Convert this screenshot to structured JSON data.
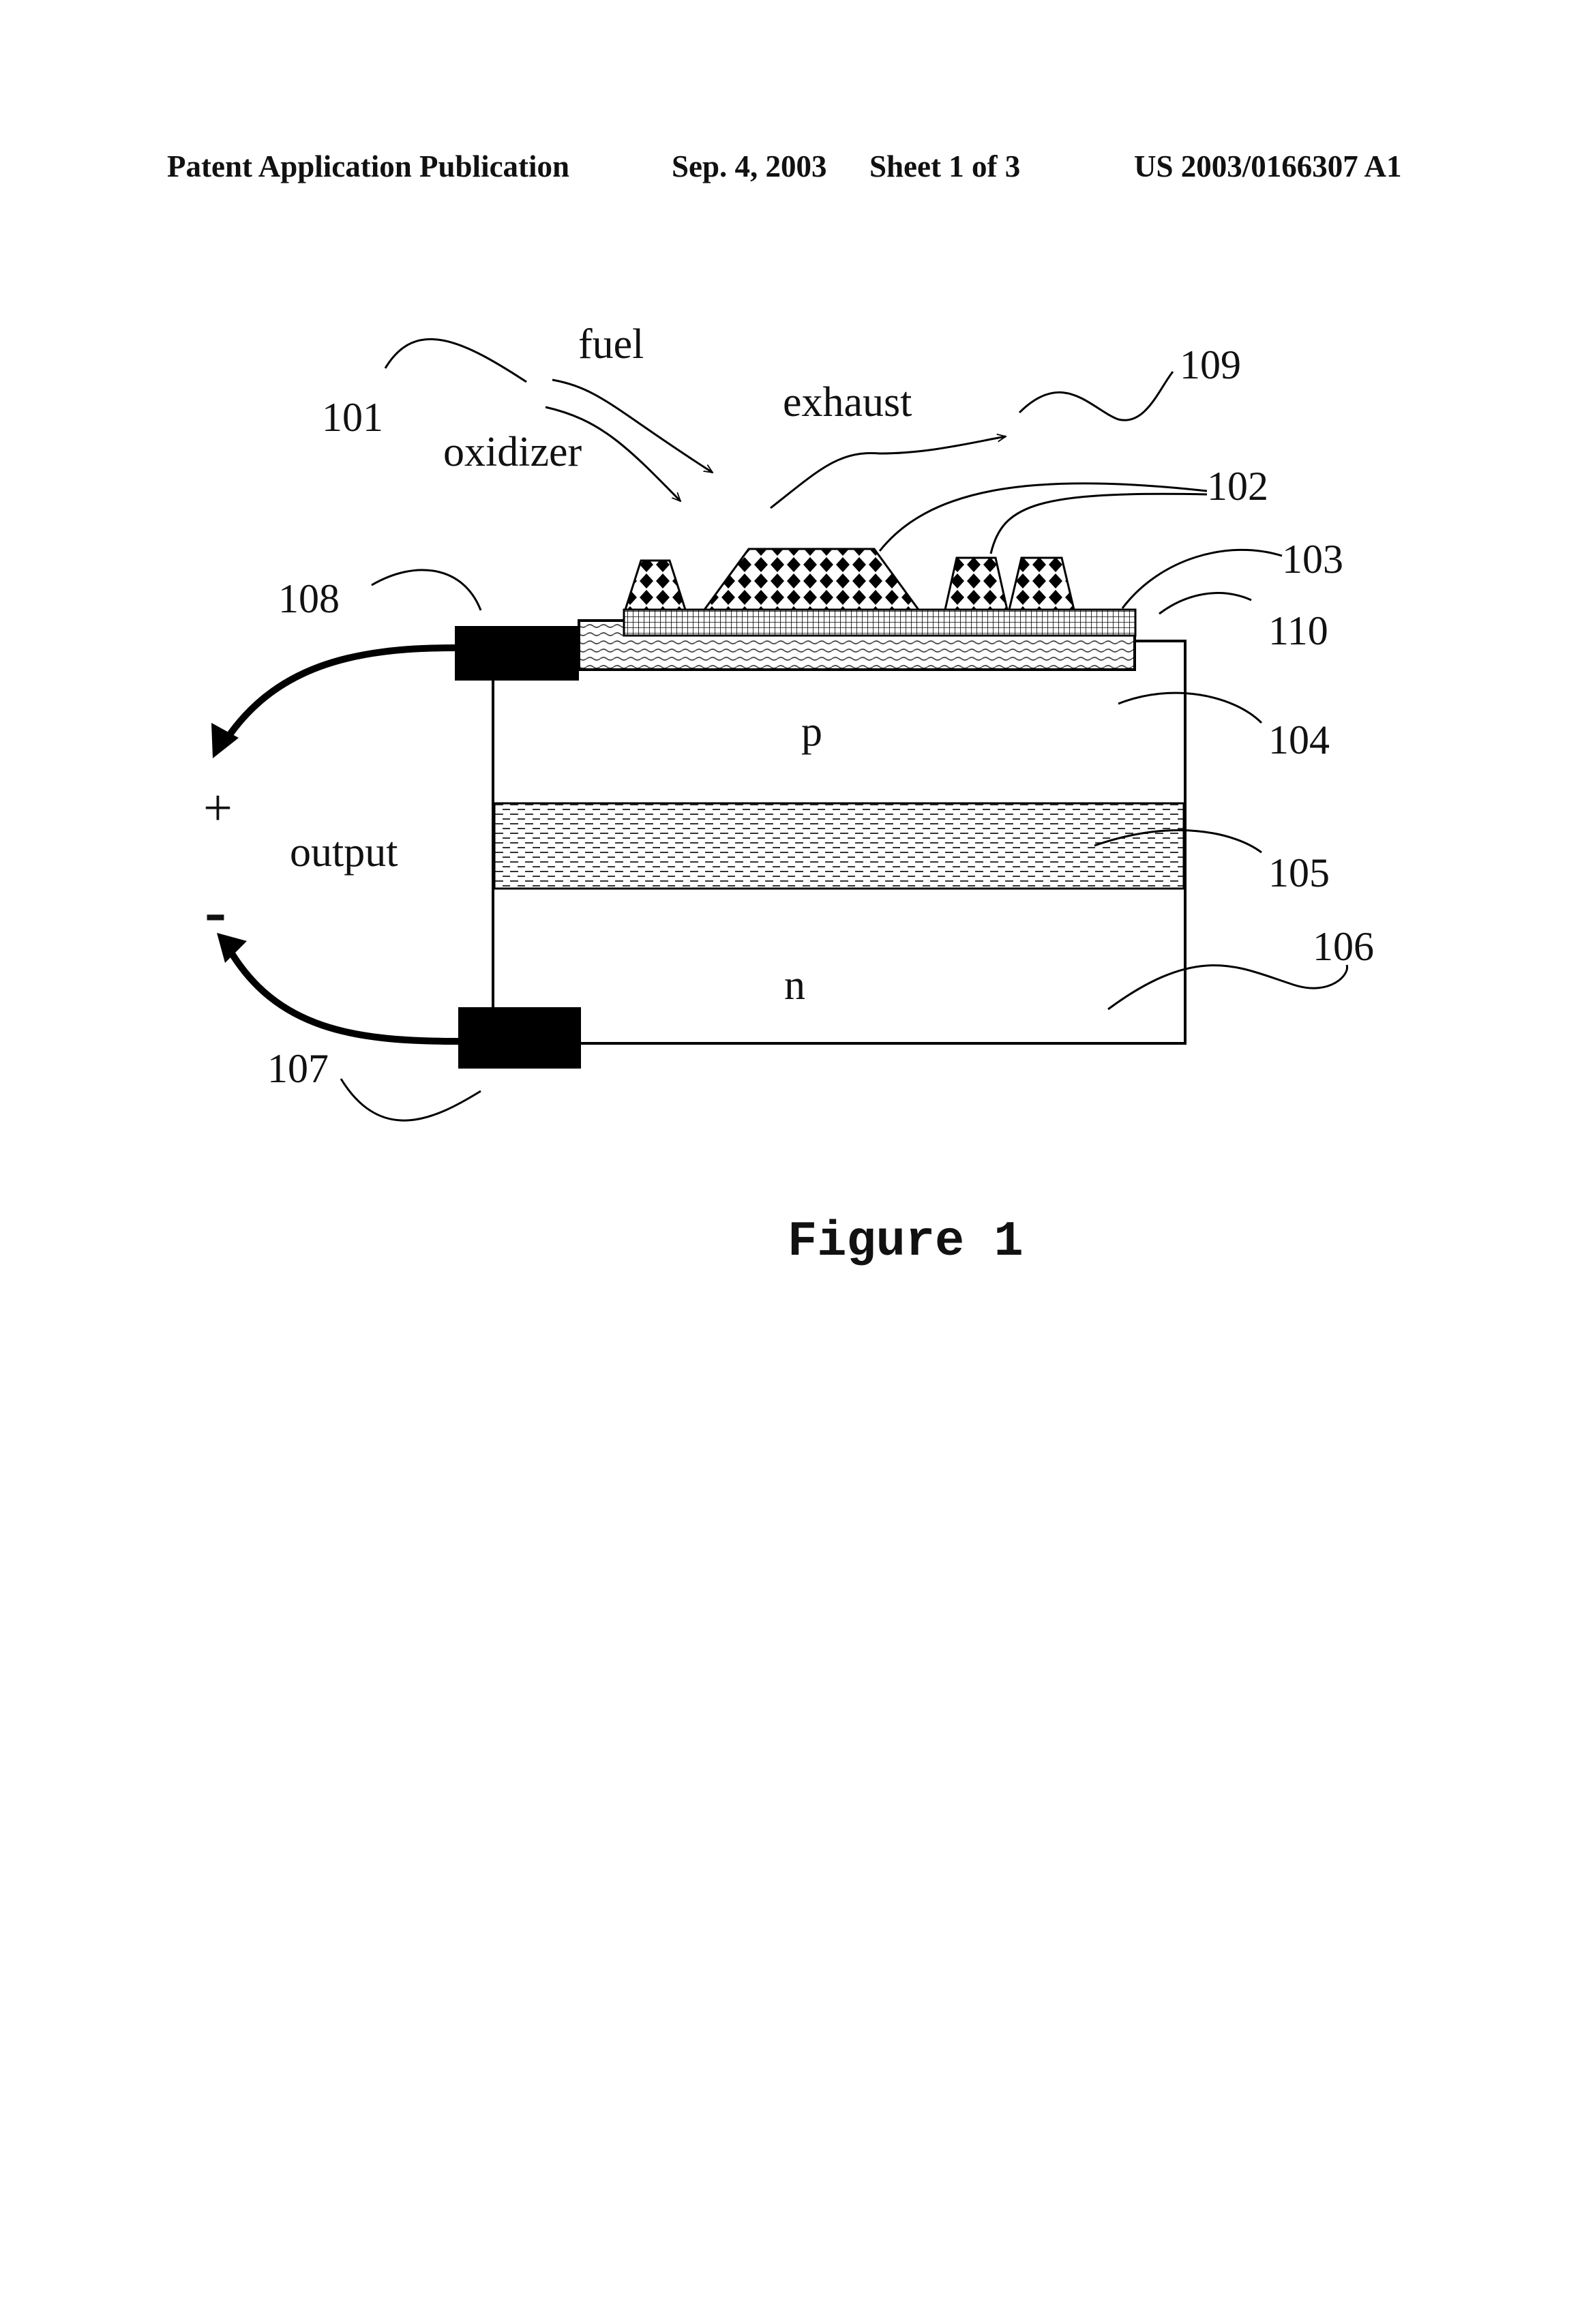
{
  "header": {
    "left": "Patent Application Publication",
    "date": "Sep. 4, 2003",
    "sheet": "Sheet 1 of 3",
    "number": "US 2003/0166307 A1"
  },
  "labels": {
    "fuel": "fuel",
    "oxidizer": "oxidizer",
    "exhaust": "exhaust",
    "p": "p",
    "n": "n",
    "output": "output",
    "plus": "+",
    "minus": "-"
  },
  "refs": {
    "r101": "101",
    "r102": "102",
    "r103": "103",
    "r104": "104",
    "r105": "105",
    "r106": "106",
    "r107": "107",
    "r108": "108",
    "r109": "109",
    "r110": "110"
  },
  "caption": "Figure 1"
}
